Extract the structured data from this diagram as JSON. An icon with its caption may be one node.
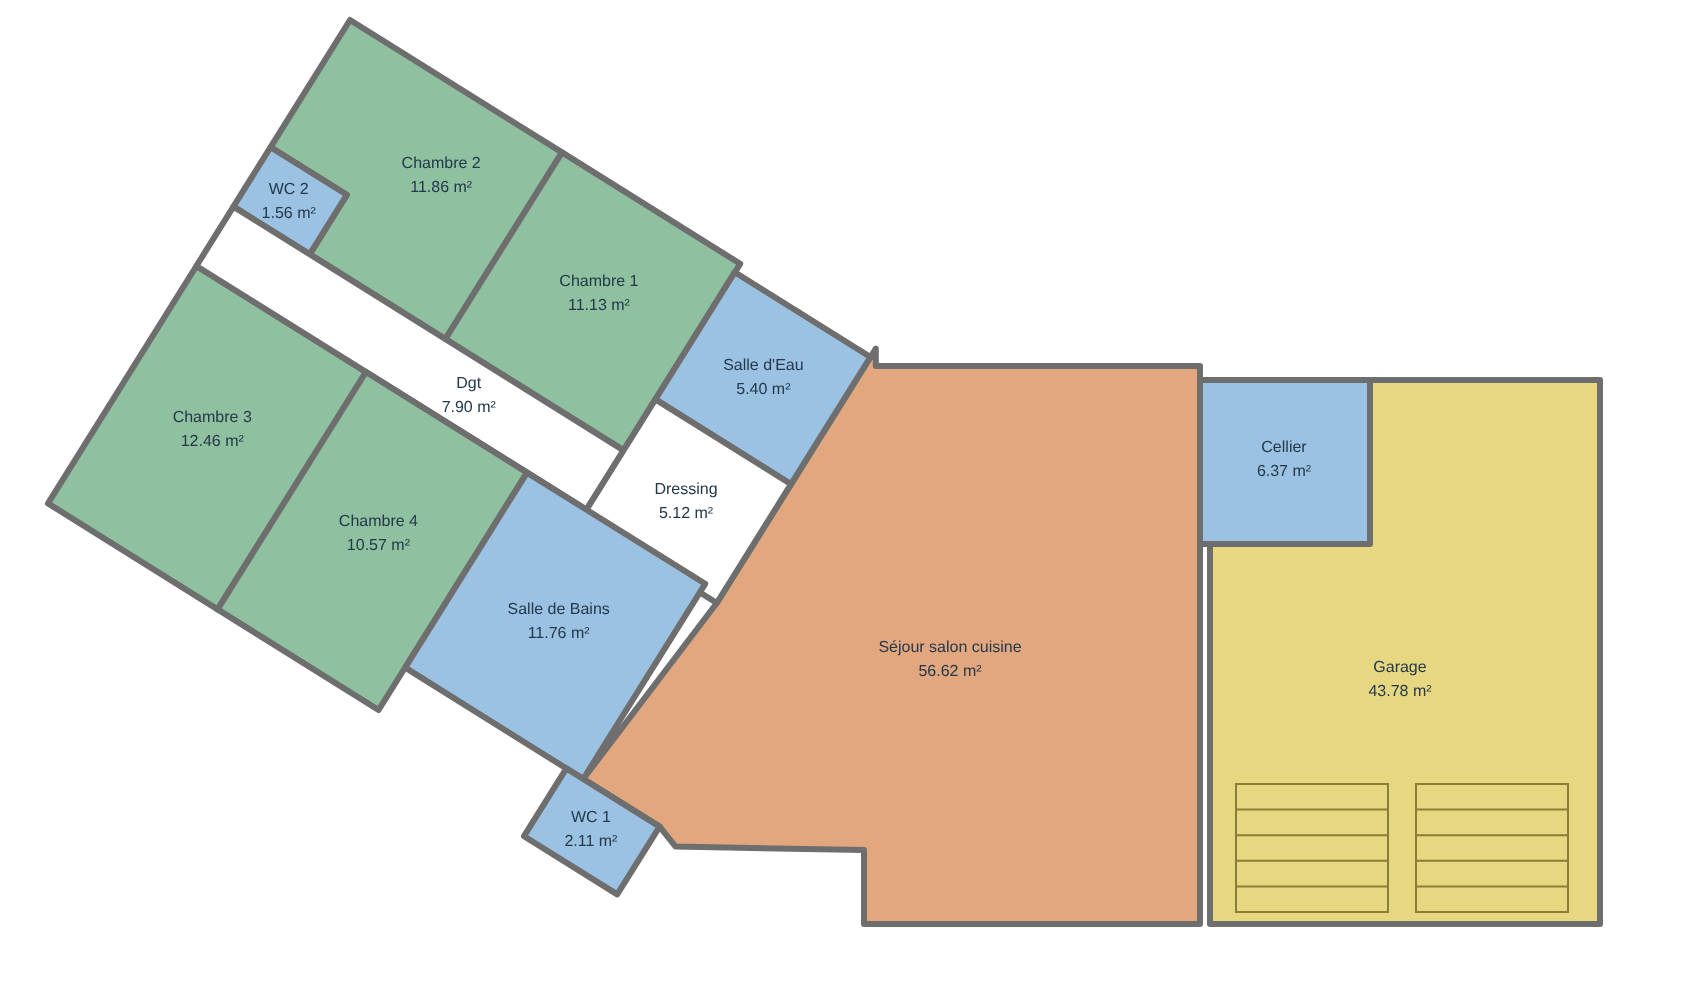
{
  "diagram": {
    "nodes": [
      {
        "text": [
          "Chambre 2",
          "11.86 m²"
        ]
      },
      {
        "text": [
          "WC 2",
          "1.56 m²"
        ]
      },
      {
        "text": [
          "Chambre 1",
          "11.13 m²"
        ]
      },
      {
        "text": [
          "Salle d'Eau",
          "5.40 m²"
        ]
      },
      {
        "text": [
          "Chambre 3",
          "12.46 m²"
        ]
      },
      {
        "text": [
          "Dgt",
          "7.90 m²"
        ]
      },
      {
        "text": [
          "Dressing",
          "5.12 m²"
        ]
      },
      {
        "text": [
          "Chambre 4",
          "10.57 m²"
        ]
      },
      {
        "text": [
          "Salle de Bains",
          "11.76 m²"
        ]
      },
      {
        "text": [
          "Séjour salon cuisine",
          "56.62 m²"
        ]
      },
      {
        "text": [
          "Cellier",
          "6.37 m²"
        ]
      },
      {
        "text": [
          "Garage",
          "43.78 m²"
        ]
      },
      {
        "text": [
          "WC 1",
          "2.11 m²"
        ]
      }
    ]
  }
}
